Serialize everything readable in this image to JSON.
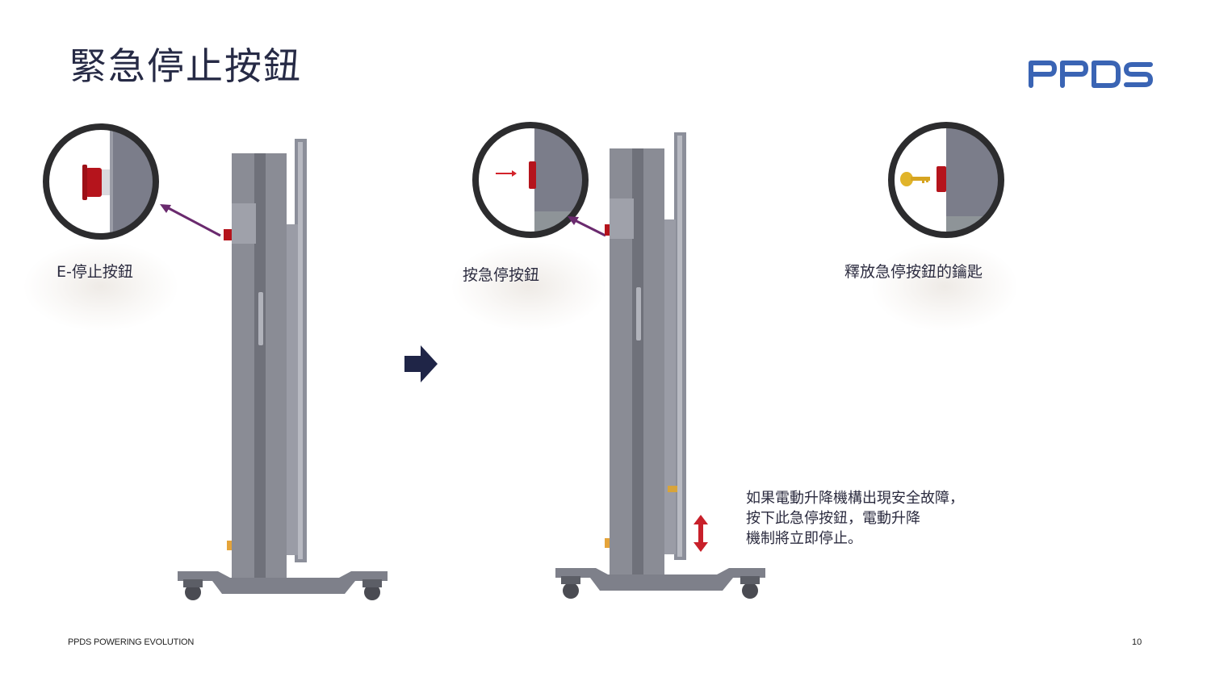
{
  "slide": {
    "title": "緊急停止按鈕",
    "logo_text": "PPDS",
    "brand_color": "#3a64b4",
    "title_color": "#262a45"
  },
  "panels": [
    {
      "caption": "E-停止按鈕",
      "icon": "emergency-stop-button-zoom"
    },
    {
      "caption": "按急停按鈕",
      "icon": "press-emergency-stop-zoom"
    },
    {
      "caption": "釋放急停按鈕的鑰匙",
      "icon": "release-key-zoom"
    }
  ],
  "flow_arrow": {
    "icon": "right-arrow-icon",
    "color": "#1f2547"
  },
  "note": {
    "lines": [
      "如果電動升降機構出現安全故障，",
      "按下此急停按鈕，電動升降",
      "機制將立即停止。"
    ],
    "icon": "up-down-arrow-icon",
    "icon_color": "#c8202a"
  },
  "footer": {
    "left": "PPDS POWERING EVOLUTION",
    "page_number": "10"
  }
}
